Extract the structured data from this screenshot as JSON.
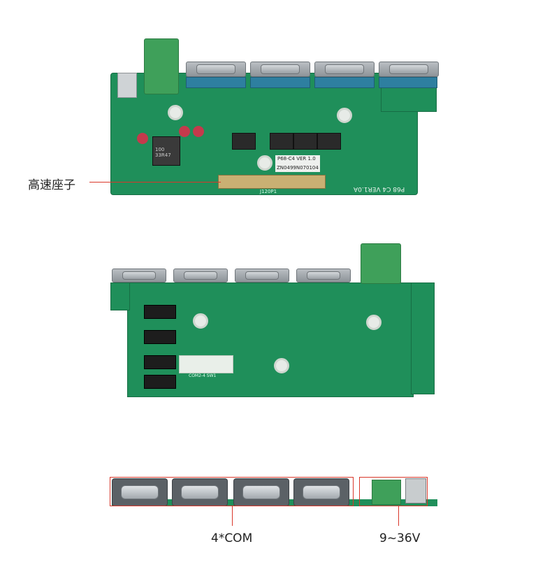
{
  "callouts": {
    "connector": "高速座子",
    "com": "4*COM",
    "power": "9~36V"
  },
  "silkscreen": {
    "board_name": "P68 C4 VER1.0A",
    "sticker_version": "P68-C4 VER 1.0",
    "sticker_serial": "ZN0499N070104",
    "connector_ref": "J120P1",
    "inductor": "100 33R47",
    "switch_block": "COM2-4 SW1"
  },
  "colors": {
    "pcb": "#1f8f5a",
    "callout": "#d9372a",
    "db9_shell": "#9aa0a5"
  }
}
